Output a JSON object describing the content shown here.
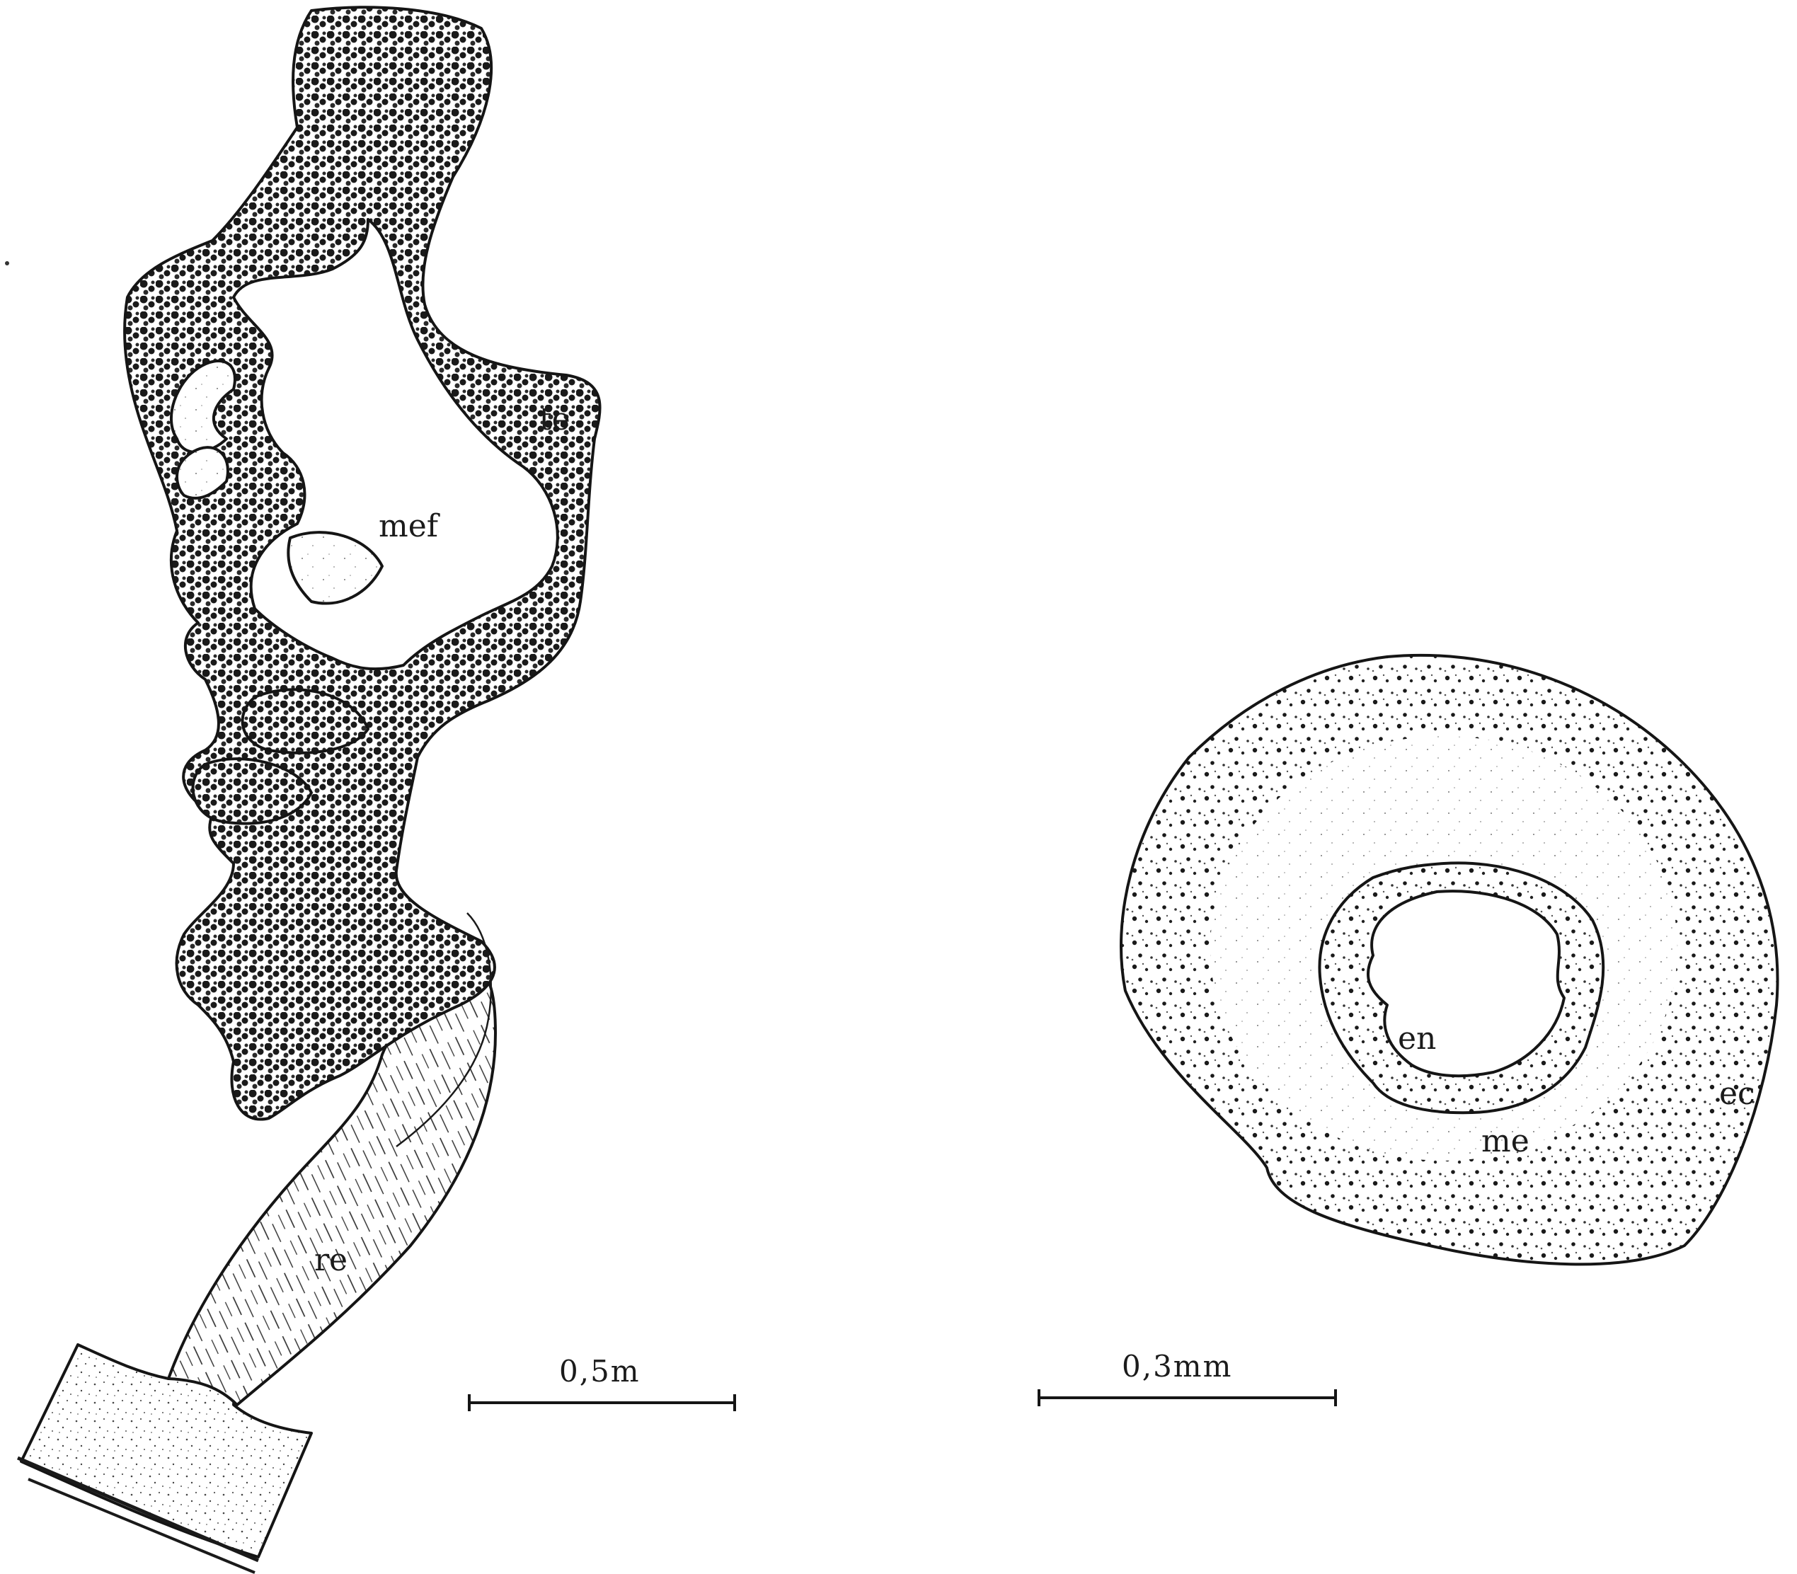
{
  "figure": {
    "left_specimen": {
      "labels": {
        "te": "te",
        "mef": "mef",
        "re": "re"
      },
      "scale_bar": {
        "label": "0,5m"
      }
    },
    "right_specimen": {
      "labels": {
        "en": "en",
        "me": "me",
        "ec": "ec"
      },
      "scale_bar": {
        "label": "0,3mm"
      }
    }
  },
  "colors": {
    "ink": "#151515",
    "paper": "#ffffff"
  }
}
